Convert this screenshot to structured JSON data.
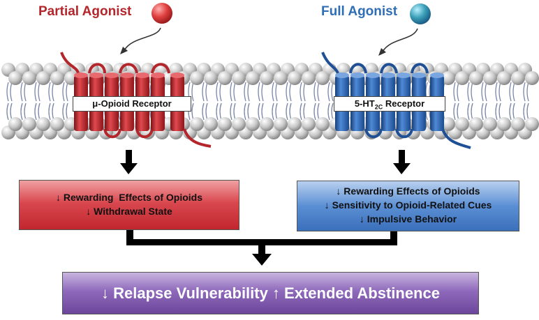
{
  "agonists": {
    "partial": {
      "label": "Partial Agonist",
      "ball_color": "#e0403f"
    },
    "full": {
      "label": "Full Agonist",
      "ball_color": "#3a9fb8"
    }
  },
  "receptors": {
    "mu": {
      "label": "μ-Opioid Receptor",
      "color": "#c8282e"
    },
    "ht": {
      "label_main": "5-HT",
      "label_sub": "2C",
      "label_suffix": " Receptor",
      "color": "#2f6db5"
    }
  },
  "effects": {
    "partial": [
      "↓ Rewarding  Effects of Opioids",
      "↓ Withdrawal State"
    ],
    "full": [
      "↓ Rewarding Effects of Opioids",
      "↓ Sensitivity to Opioid-Related Cues",
      "↓ Impulsive Behavior"
    ]
  },
  "outcome": {
    "text": "↓ Relapse Vulnerability ↑ Extended Abstinence"
  }
}
